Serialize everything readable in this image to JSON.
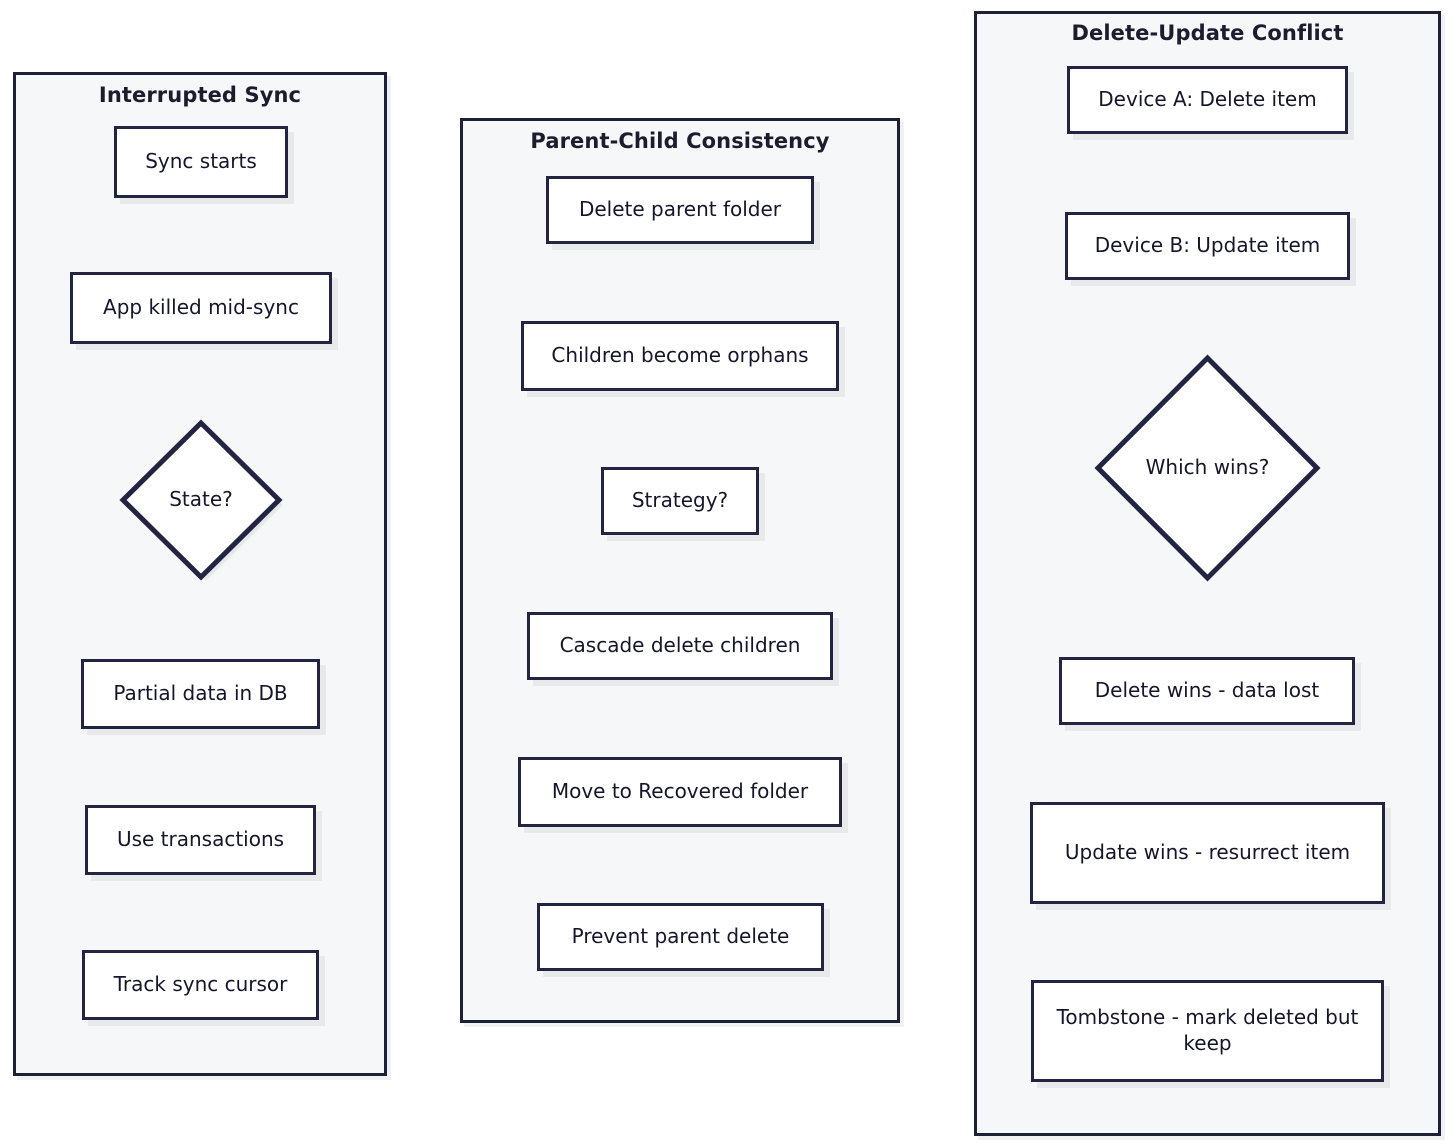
{
  "diagram": {
    "type": "flowchart",
    "background_color": "#ffffff",
    "node_fill": "#ffffff",
    "node_stroke": "#232442",
    "cluster_fill": "#f6f7f9",
    "cluster_stroke": "#1e2038",
    "text_color": "#15162b",
    "clusters": [
      {
        "id": "interrupted-sync",
        "title": "Interrupted Sync",
        "nodes": [
          {
            "id": "sync-starts",
            "label": "Sync starts",
            "shape": "rect"
          },
          {
            "id": "app-killed",
            "label": "App killed mid-sync",
            "shape": "rect"
          },
          {
            "id": "state",
            "label": "State?",
            "shape": "diamond"
          },
          {
            "id": "partial-data",
            "label": "Partial data in DB",
            "shape": "rect"
          },
          {
            "id": "use-transactions",
            "label": "Use transactions",
            "shape": "rect"
          },
          {
            "id": "track-cursor",
            "label": "Track sync cursor",
            "shape": "rect"
          }
        ]
      },
      {
        "id": "parent-child-consistency",
        "title": "Parent-Child Consistency",
        "nodes": [
          {
            "id": "delete-parent",
            "label": "Delete parent folder",
            "shape": "rect"
          },
          {
            "id": "children-orphans",
            "label": "Children become orphans",
            "shape": "rect"
          },
          {
            "id": "strategy",
            "label": "Strategy?",
            "shape": "rect"
          },
          {
            "id": "cascade-delete",
            "label": "Cascade delete children",
            "shape": "rect"
          },
          {
            "id": "move-recovered",
            "label": "Move to Recovered folder",
            "shape": "rect"
          },
          {
            "id": "prevent-delete",
            "label": "Prevent parent delete",
            "shape": "rect"
          }
        ]
      },
      {
        "id": "delete-update-conflict",
        "title": "Delete-Update Conflict",
        "nodes": [
          {
            "id": "device-a",
            "label": "Device A: Delete item",
            "shape": "rect"
          },
          {
            "id": "device-b",
            "label": "Device B: Update item",
            "shape": "rect"
          },
          {
            "id": "which-wins",
            "label": "Which wins?",
            "shape": "diamond"
          },
          {
            "id": "delete-wins",
            "label": "Delete wins - data lost",
            "shape": "rect"
          },
          {
            "id": "update-wins",
            "label": "Update wins - resurrect item",
            "shape": "rect"
          },
          {
            "id": "tombstone",
            "label": "Tombstone - mark deleted but keep",
            "shape": "rect"
          }
        ]
      }
    ]
  }
}
